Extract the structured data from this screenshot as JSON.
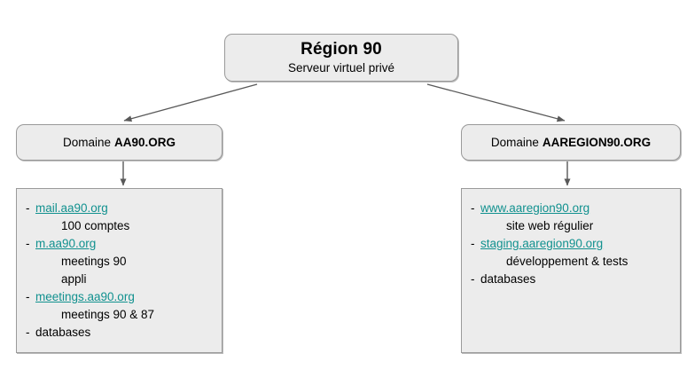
{
  "diagram": {
    "root": {
      "title": "Région 90",
      "subtitle": "Serveur virtuel privé"
    },
    "branches": [
      {
        "domain_label": "Domaine",
        "domain_name": "AA90.ORG",
        "items": [
          {
            "dash": "-",
            "text": "mail.aa90.org",
            "kind": "link",
            "indent": false
          },
          {
            "dash": "",
            "text": "100 comptes",
            "kind": "plain",
            "indent": true
          },
          {
            "dash": "-",
            "text": "m.aa90.org",
            "kind": "link",
            "indent": false
          },
          {
            "dash": "",
            "text": "meetings 90",
            "kind": "plain",
            "indent": true
          },
          {
            "dash": "",
            "text": "appli",
            "kind": "plain",
            "indent": true
          },
          {
            "dash": "-",
            "text": "meetings.aa90.org",
            "kind": "link",
            "indent": false
          },
          {
            "dash": "",
            "text": "meetings 90 & 87",
            "kind": "plain",
            "indent": true
          },
          {
            "dash": "-",
            "text": "databases",
            "kind": "plain",
            "indent": false
          }
        ]
      },
      {
        "domain_label": "Domaine",
        "domain_name": "AAREGION90.ORG",
        "items": [
          {
            "dash": "-",
            "text": "www.aaregion90.org",
            "kind": "link",
            "indent": false
          },
          {
            "dash": "",
            "text": "site web régulier",
            "kind": "plain",
            "indent": true
          },
          {
            "dash": "-",
            "text": "staging.aaregion90.org",
            "kind": "link",
            "indent": false
          },
          {
            "dash": "",
            "text": "développement & tests",
            "kind": "plain",
            "indent": true
          },
          {
            "dash": "-",
            "text": "databases",
            "kind": "plain",
            "indent": false
          }
        ]
      }
    ],
    "colors": {
      "box_fill": "#ececec",
      "box_border": "#9a9a9a",
      "link": "#11918f",
      "connector": "#595959",
      "text": "#000000"
    }
  }
}
